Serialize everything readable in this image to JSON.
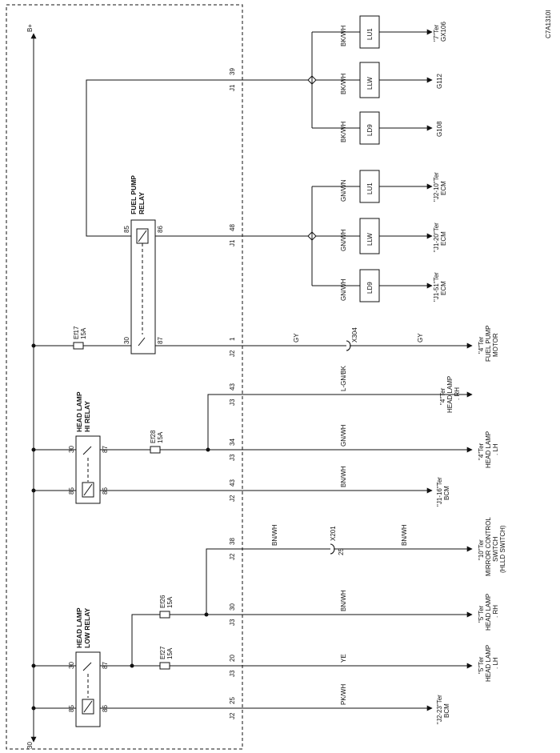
{
  "doc_code": "C7A1310I",
  "power": {
    "bplus": "B+",
    "bus30": "30"
  },
  "relays": {
    "fuel_pump": {
      "title1": "FUEL PUMP",
      "title2": "RELAY",
      "p85": "85",
      "p86": "86",
      "p30": "30",
      "p87": "87"
    },
    "hi": {
      "title1": "HEAD LAMP",
      "title2": "HI RELAY",
      "p85": "85",
      "p86": "86",
      "p30": "30",
      "p87": "87"
    },
    "low": {
      "title1": "HEAD LAMP",
      "title2": "LOW RELAY",
      "p85": "85",
      "p86": "86",
      "p30": "30",
      "p87": "87"
    }
  },
  "fuses": {
    "ef17": {
      "name": "Ef17",
      "rating": "15A"
    },
    "ef28": {
      "name": "Ef28",
      "rating": "15A"
    },
    "ef26": {
      "name": "Ef26",
      "rating": "15A"
    },
    "ef27": {
      "name": "Ef27",
      "rating": "15A"
    }
  },
  "connectors": {
    "c39": {
      "conn": "J1",
      "pin": "39"
    },
    "c48": {
      "conn": "J1",
      "pin": "48"
    },
    "c1": {
      "conn": "J2",
      "pin": "1"
    },
    "c43a": {
      "conn": "J3",
      "pin": "43"
    },
    "c34": {
      "conn": "J3",
      "pin": "34"
    },
    "c43b": {
      "conn": "J2",
      "pin": "43"
    },
    "c38": {
      "conn": "J2",
      "pin": "38"
    },
    "c30": {
      "conn": "J3",
      "pin": "30"
    },
    "c20": {
      "conn": "J3",
      "pin": "20"
    },
    "c25": {
      "conn": "J2",
      "pin": "25"
    }
  },
  "wires": {
    "bkwh1": "BK/WH",
    "bkwh2": "BK/WH",
    "bkwh3": "BK/WH",
    "gnwn": "GN/WN",
    "gnwh1": "GN/WH",
    "gnwh2": "GN/WH",
    "gy1": "GY",
    "gy2": "GY",
    "lgnbk": "L-GN/BK",
    "gnwh3": "GN/WH",
    "bnwh1": "BN/WH",
    "bnwh2": "BN/WH",
    "bnwh3": "BN/WH",
    "bnwh4": "BN/WH",
    "ye": "YE",
    "pkwh": "PK/WH"
  },
  "variants": {
    "lu1a": "LU1",
    "llwa": "LLW",
    "ld9a": "LD9",
    "lu1b": "LU1",
    "llwb": "LLW",
    "ld9b": "LD9"
  },
  "splices": {
    "x304": {
      "name": "X304"
    },
    "x201": {
      "name": "X201",
      "pin": "25"
    }
  },
  "destinations": {
    "d1": [
      "\"7\"Ter",
      "GX106"
    ],
    "d2": [
      "G112"
    ],
    "d3": [
      "G108"
    ],
    "d4": [
      "\"J2-10\"Ter",
      "ECM"
    ],
    "d5": [
      "\"J1-20\"Ter",
      "ECM"
    ],
    "d6": [
      "\"J1-51\"Ter",
      "ECM"
    ],
    "d7": [
      "\"4\"Ter",
      "FUEL PUMP",
      "MOTOR"
    ],
    "d8": [
      "\"4\"Ter",
      "HEAD LAMP",
      ". RH"
    ],
    "d9": [
      "\"4\"Ter",
      "HEAD LAMP",
      ". LH"
    ],
    "d10": [
      "\"J1-16\"Ter",
      "BCM"
    ],
    "d11": [
      "\"10\"Ter",
      "MIRROR CONTROL",
      "SWITCH",
      "(HLLD SWITCH)"
    ],
    "d12": [
      "\"5\"Ter",
      "HEAD LAMP",
      ". RH"
    ],
    "d13": [
      "\"5\"Ter",
      "HEAD LAMP",
      ". LH"
    ],
    "d14": [
      "\"J2-23\"Ter",
      "BCM"
    ]
  }
}
